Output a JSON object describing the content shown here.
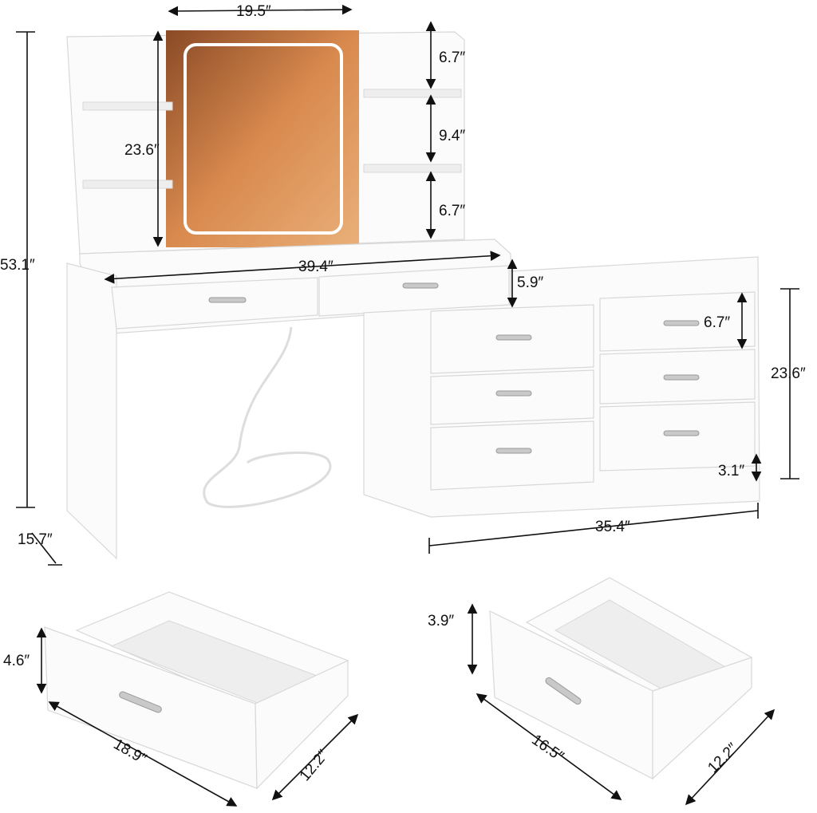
{
  "dimensions": {
    "mirror_width": "19.5″",
    "shelf_top_height": "6.7″",
    "shelf_middle_height": "9.4″",
    "shelf_bottom_height": "6.7″",
    "mirror_height": "23.6″",
    "total_height": "53.1″",
    "desk_width": "39.4″",
    "desk_drawer_height": "5.9″",
    "dresser_drawer_height": "6.7″",
    "dresser_height": "23.6″",
    "dresser_base_height": "3.1″",
    "dresser_width": "35.4″",
    "depth": "15.7″",
    "large_drawer_height": "4.6″",
    "large_drawer_width": "18.9″",
    "large_drawer_depth": "12.2″",
    "small_drawer_height": "3.9″",
    "small_drawer_width": "16.5″",
    "small_drawer_depth": "12.2″"
  },
  "colors": {
    "furniture": "#fbfbfb",
    "mirror_glow": "#d98a4e",
    "mirror_light": "#ffffff"
  }
}
